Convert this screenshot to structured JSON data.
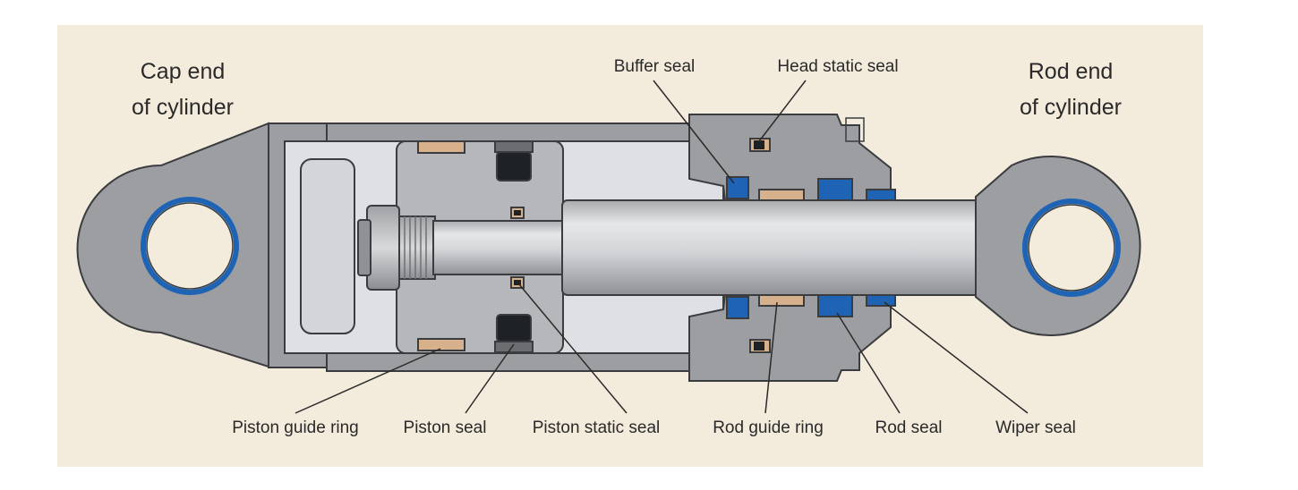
{
  "diagram": {
    "end_labels": {
      "cap_end_line1": "Cap end",
      "cap_end_line2": "of cylinder",
      "rod_end_line1": "Rod end",
      "rod_end_line2": "of cylinder"
    },
    "top_labels": {
      "buffer_seal": "Buffer seal",
      "head_static_seal": "Head static seal"
    },
    "bottom_labels": {
      "piston_guide_ring": "Piston guide ring",
      "piston_seal": "Piston seal",
      "piston_static_seal": "Piston static seal",
      "rod_guide_ring": "Rod guide ring",
      "rod_seal": "Rod seal",
      "wiper_seal": "Wiper seal"
    },
    "colors": {
      "background": "#f3ebdc",
      "metal": "#9c9ea1",
      "metal_light": "#b5b7ba",
      "bore": "#dfe0e4",
      "guide_ring": "#d7b18c",
      "seal_dark": "#1f2225",
      "seal_blue": "#1f63b5",
      "outline": "#3a3c3f"
    }
  }
}
